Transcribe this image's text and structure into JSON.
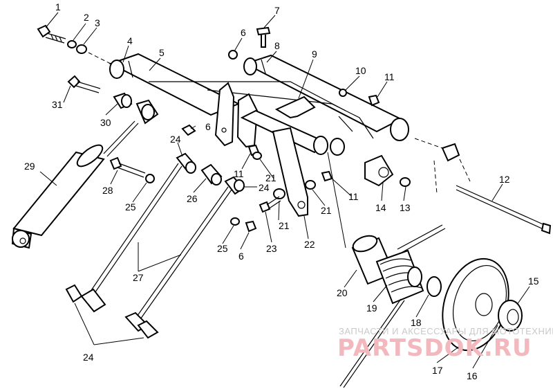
{
  "watermark": {
    "tagline": "ЗАПЧАСТИ И АКСЕССУАРЫ ДЛЯ МОТОТЕХНИКИ",
    "brand": "PARTSDOK.RU",
    "brand_color": "#f3b8bd"
  },
  "labels": {
    "l1": "1",
    "l2": "2",
    "l3": "3",
    "l4": "4",
    "l5": "5",
    "l6a": "6",
    "l6b": "6",
    "l6c": "6",
    "l7": "7",
    "l8": "8",
    "l9": "9",
    "l10": "10",
    "l11a": "11",
    "l11b": "11",
    "l11c": "11",
    "l12": "12",
    "l13": "13",
    "l14": "14",
    "l15": "15",
    "l16": "16",
    "l17": "17",
    "l18": "18",
    "l19": "19",
    "l20": "20",
    "l21a": "21",
    "l21b": "21",
    "l21c": "21",
    "l22": "22",
    "l23": "23",
    "l24a": "24",
    "l24b": "24",
    "l24c": "24",
    "l25a": "25",
    "l25b": "25",
    "l26": "26",
    "l27": "27",
    "l28": "28",
    "l29": "29",
    "l30": "30",
    "l31": "31"
  }
}
